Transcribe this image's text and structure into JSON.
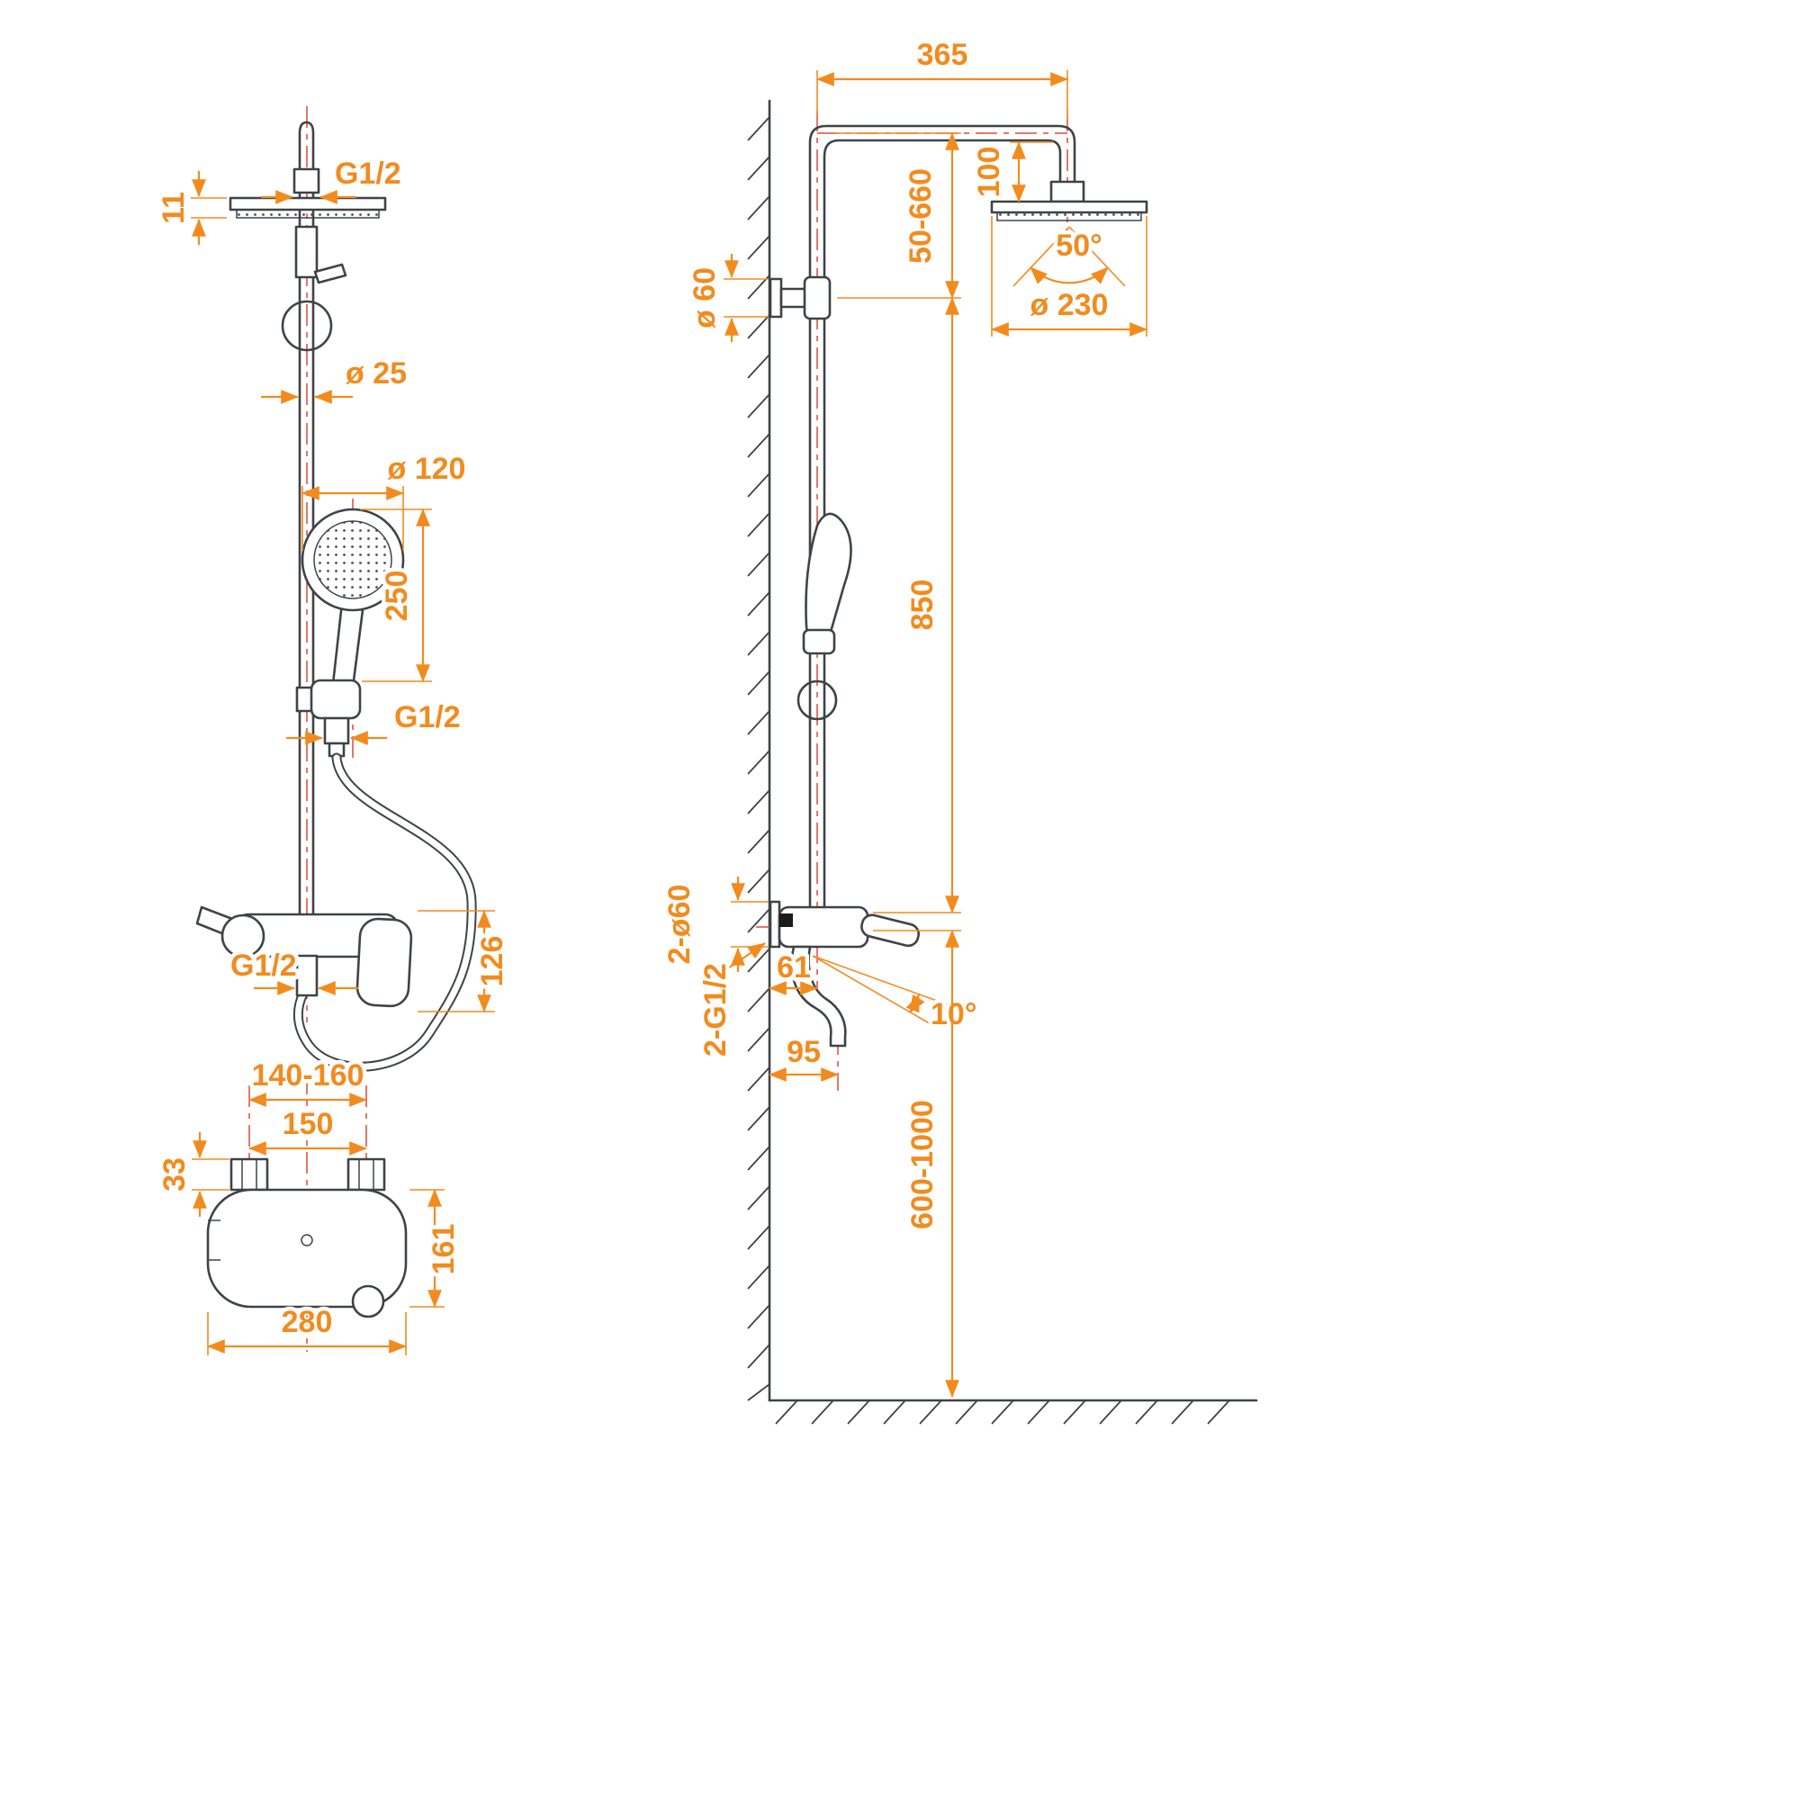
{
  "title": "Shower column technical dimension drawing",
  "colors": {
    "dimension": "#f28b1e",
    "outline": "#3f4347",
    "centerline": "#d84a38",
    "background": "#ffffff"
  },
  "front_view": {
    "labels": {
      "head_thread": "G1/2",
      "head_thickness": "11",
      "pipe_diameter": "ø 25",
      "hand_shower_diameter": "ø 120",
      "hand_shower_length": "250",
      "hose_thread": "G1/2",
      "mixer_height": "126",
      "outlet_thread": "G1/2",
      "inlet_spacing_range": "140-160",
      "inlet_spacing": "150",
      "nut_height": "33",
      "body_depth": "161",
      "body_width": "280"
    }
  },
  "side_view": {
    "labels": {
      "arm_length": "365",
      "head_offset": "100",
      "top_adjust_range": "50-660",
      "bracket_diameter": "ø 60",
      "spray_angle": "50°",
      "head_diameter": "ø 230",
      "column_height": "850",
      "inlet_diameter": "2-ø60",
      "inlet_thread": "2-G1/2",
      "spout_axis_offset": "61",
      "spout_reach": "95",
      "spout_angle": "10°",
      "install_height_range": "600-1000"
    }
  }
}
